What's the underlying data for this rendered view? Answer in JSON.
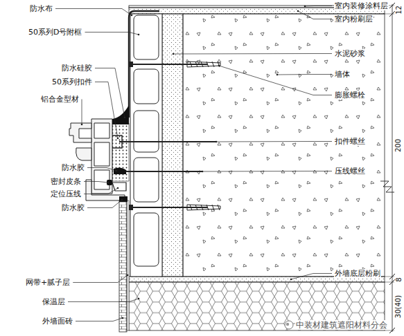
{
  "diagram": {
    "labels": [
      "防水布",
      "50系列D号附框",
      "防水硅胶",
      "50系列扣件",
      "铝合金型材",
      "防水胶",
      "密封皮条",
      "定位压线",
      "防水胶",
      "网带+腻子层",
      "保温层",
      "外墙面砖",
      "室内装修涂料层",
      "室内粉刷层",
      "水泥砂浆",
      "墙体",
      "膨胀螺栓",
      "扣件螺丝",
      "压线螺丝",
      "外墙底层粉刷",
      "12",
      "200",
      "8",
      "30(40)",
      "中装材建筑遮阳材料分会"
    ]
  }
}
